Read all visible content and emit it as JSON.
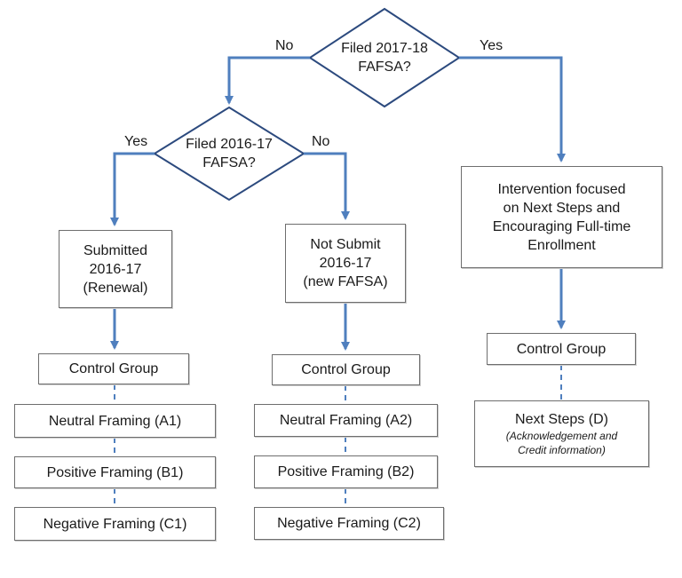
{
  "decisions": {
    "top": {
      "line1": "Filed 2017-18",
      "line2": "FAFSA?"
    },
    "second": {
      "line1": "Filed 2016-17",
      "line2": "FAFSA?"
    }
  },
  "edge_labels": {
    "top_no": "No",
    "top_yes": "Yes",
    "second_yes": "Yes",
    "second_no": "No"
  },
  "nodes": {
    "submitted": [
      "Submitted",
      "2016-17",
      "(Renewal)"
    ],
    "not_submit": [
      "Not Submit",
      "2016-17",
      "(new FAFSA)"
    ],
    "intervention": [
      "Intervention focused",
      "on Next Steps and",
      "Encouraging Full-time",
      "Enrollment"
    ]
  },
  "groups": {
    "left": {
      "control": "Control Group",
      "neutral": "Neutral Framing (A1)",
      "positive": "Positive Framing (B1)",
      "negative": "Negative Framing (C1)"
    },
    "middle": {
      "control": "Control Group",
      "neutral": "Neutral Framing (A2)",
      "positive": "Positive Framing (B2)",
      "negative": "Negative Framing (C2)"
    },
    "right": {
      "control": "Control Group",
      "next_steps": "Next Steps (D)",
      "next_steps_note_1": "(Acknowledgement and",
      "next_steps_note_2": "Credit information)"
    }
  },
  "colors": {
    "arrow": "#4f7fbe",
    "outline": "#2c4a7e",
    "box_border": "#6e6e6e"
  }
}
